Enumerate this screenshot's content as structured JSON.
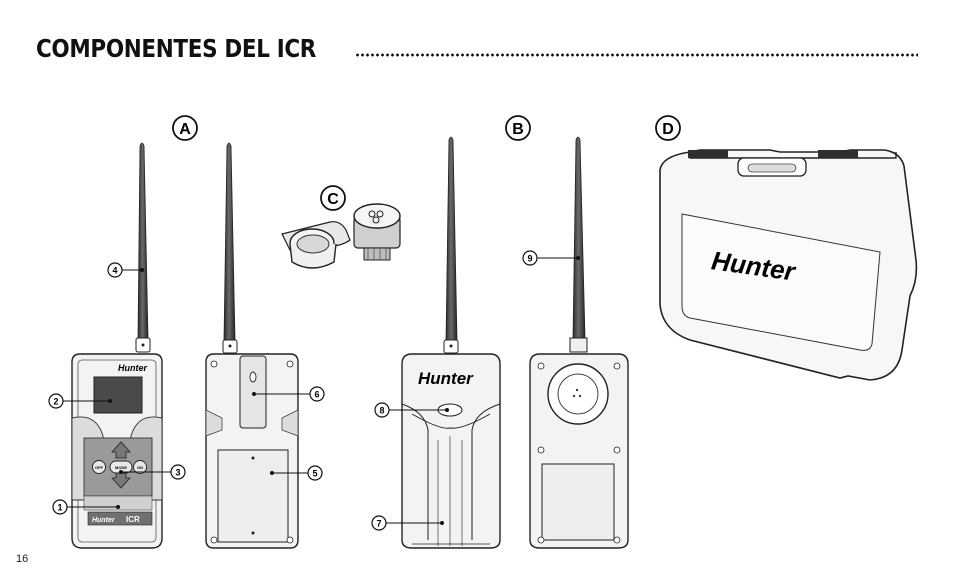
{
  "heading": "COMPONENTES DEL ICR",
  "page_number": "16",
  "group_labels": {
    "a": "A",
    "b": "B",
    "c": "C",
    "d": "D"
  },
  "callouts": [
    "1",
    "2",
    "3",
    "4",
    "5",
    "6",
    "7",
    "8",
    "9"
  ],
  "brand": "Hunter",
  "device_label": "ICR",
  "keypad": {
    "off": "OFF",
    "mode": "MODE",
    "on": "ON"
  },
  "colors": {
    "ink": "#1a1a1a",
    "screen": "#4a4a4a",
    "panel_grey": "#9a9a9a",
    "body_light": "#f2f2f2"
  }
}
